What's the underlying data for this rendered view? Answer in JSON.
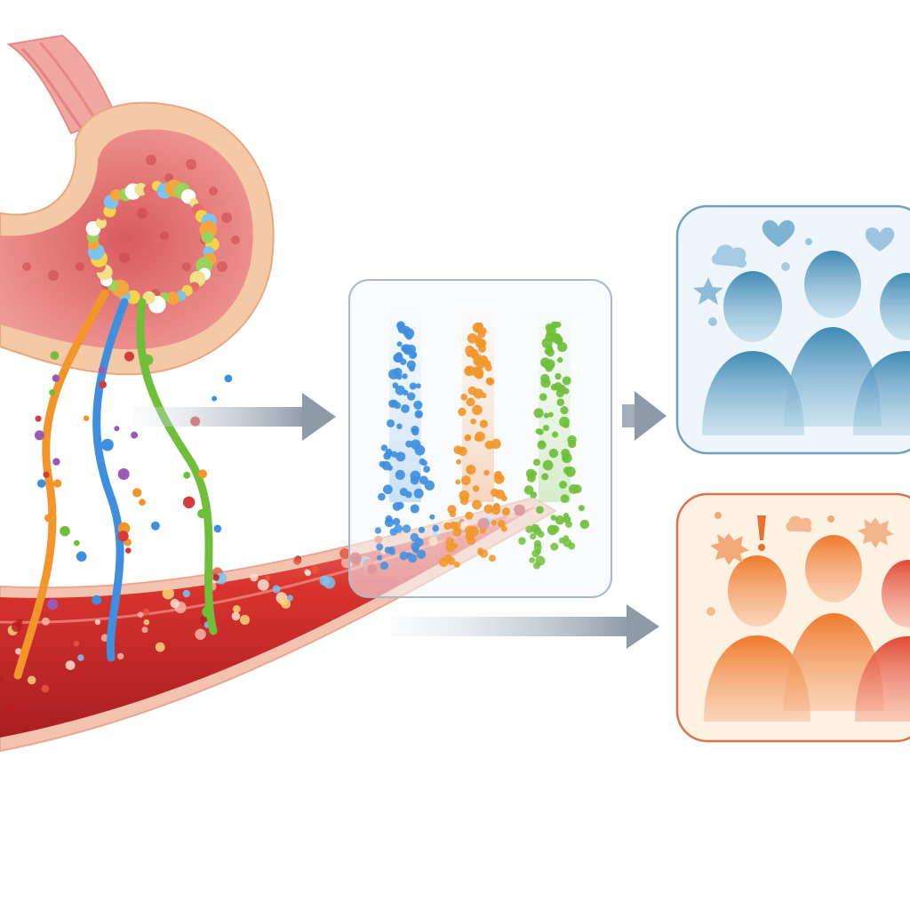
{
  "diagram": {
    "text_labels": [],
    "nodes": [
      {
        "id": "stomach",
        "kind": "organ-illustration"
      },
      {
        "id": "blood-vessel",
        "kind": "organ-illustration"
      },
      {
        "id": "molecule-columns",
        "kind": "panel",
        "columns": 3
      },
      {
        "id": "positive-group",
        "kind": "panel",
        "people": 3,
        "icons": [
          "heart-icon",
          "heart-icon",
          "star-icon",
          "cloud-icon"
        ]
      },
      {
        "id": "stressed-group",
        "kind": "panel",
        "people": 3,
        "icons": [
          "exclamation-icon",
          "spiky-burst-icon",
          "spiky-burst-icon"
        ]
      }
    ],
    "edges": [
      {
        "from": "stomach",
        "to": "molecule-columns"
      },
      {
        "from": "molecule-columns",
        "to": "positive-group"
      },
      {
        "from": "blood-vessel",
        "to": "stressed-group"
      }
    ]
  },
  "colors": {
    "stream_orange": "#f2962a",
    "stream_blue": "#3f8fe0",
    "stream_green": "#6fbf3a",
    "vessel_red": "#d8332e",
    "stomach_pink": "#e9787c",
    "stomach_rim": "#f5c9a6",
    "positive_panel_border": "#6f9fc3",
    "positive_panel_fill": "#eef6fb",
    "positive_people": "#4e94bd",
    "stressed_panel_border": "#d9724e",
    "stressed_panel_fill": "#fdf1e2",
    "stressed_people": "#e8672f",
    "arrow_gray": "#8e9aa8",
    "columns_panel_border": "#aab8c8"
  }
}
